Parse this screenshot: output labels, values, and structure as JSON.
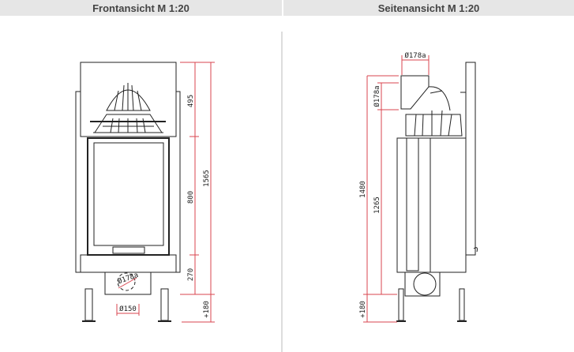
{
  "headers": {
    "front": "Frontansicht M 1:20",
    "side": "Seitenansicht M 1:20"
  },
  "front": {
    "dims": {
      "top": "495",
      "door": "800",
      "bottom": "270",
      "total": "1565",
      "legs": "+180",
      "flue_bottom": "Ø150",
      "flue_diag": "Ø178a"
    }
  },
  "side": {
    "dims": {
      "flue_top": "Ø178a",
      "flue_side": "Ø178a",
      "total": "1480",
      "body": "1265",
      "legs": "+180"
    }
  },
  "colors": {
    "dimension": "#d9454f",
    "header_bg": "#e6e6e6"
  }
}
